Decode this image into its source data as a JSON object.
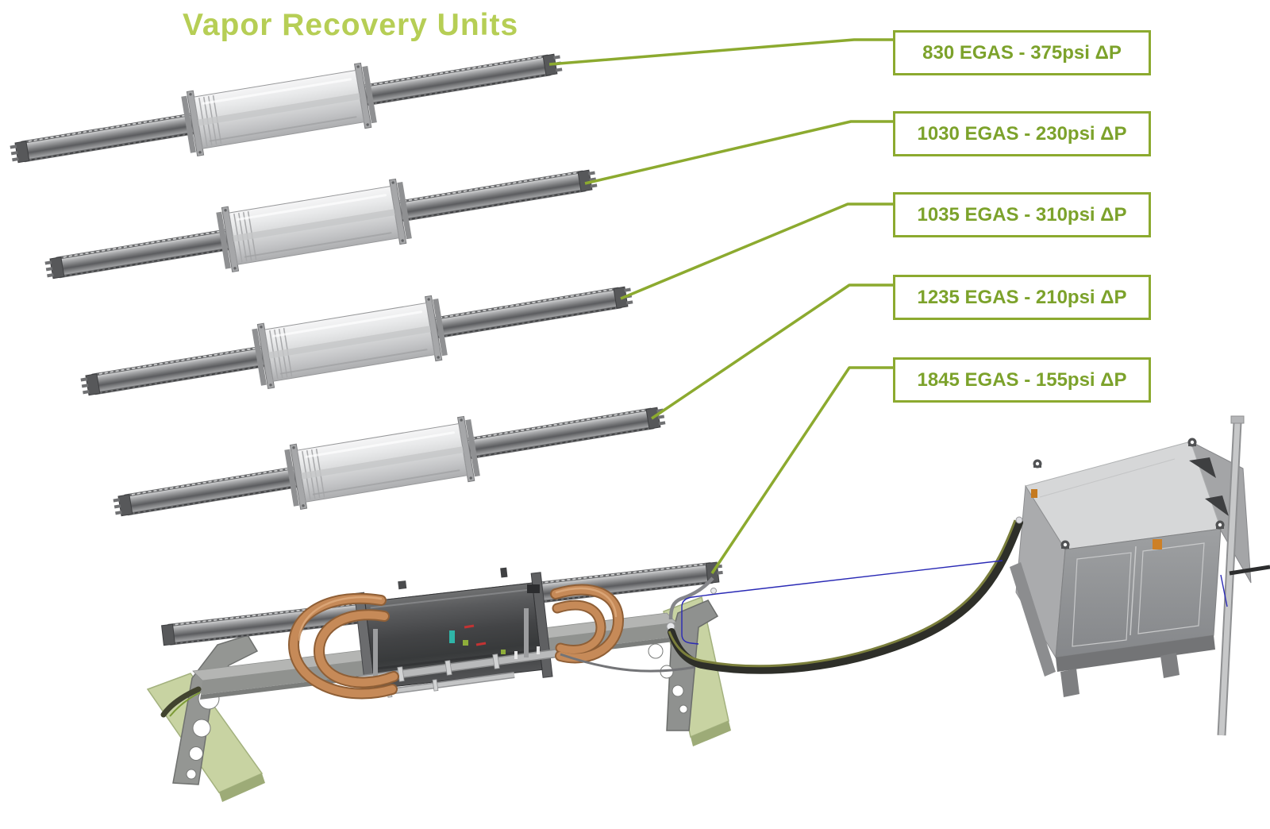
{
  "title": "Vapor Recovery Units",
  "labels": [
    {
      "text": "830 EGAS - 375psi ΔP"
    },
    {
      "text": "1030 EGAS - 230psi ΔP"
    },
    {
      "text": "1035 EGAS - 310psi ΔP"
    },
    {
      "text": "1235 EGAS - 210psi ΔP"
    },
    {
      "text": "1845 EGAS - 155psi ΔP"
    }
  ],
  "colors": {
    "accent_green": "#8caa2f",
    "label_text_green": "#7ca22b",
    "title_green": "#b6ce55",
    "copper_pipe": "#c68a58",
    "leader_line_blue": "#2a2ab5",
    "base_pad_green": "#c8d3a2",
    "steel_light": "#d6d7d8",
    "steel_mid": "#98999b",
    "steel_dark": "#434446"
  }
}
